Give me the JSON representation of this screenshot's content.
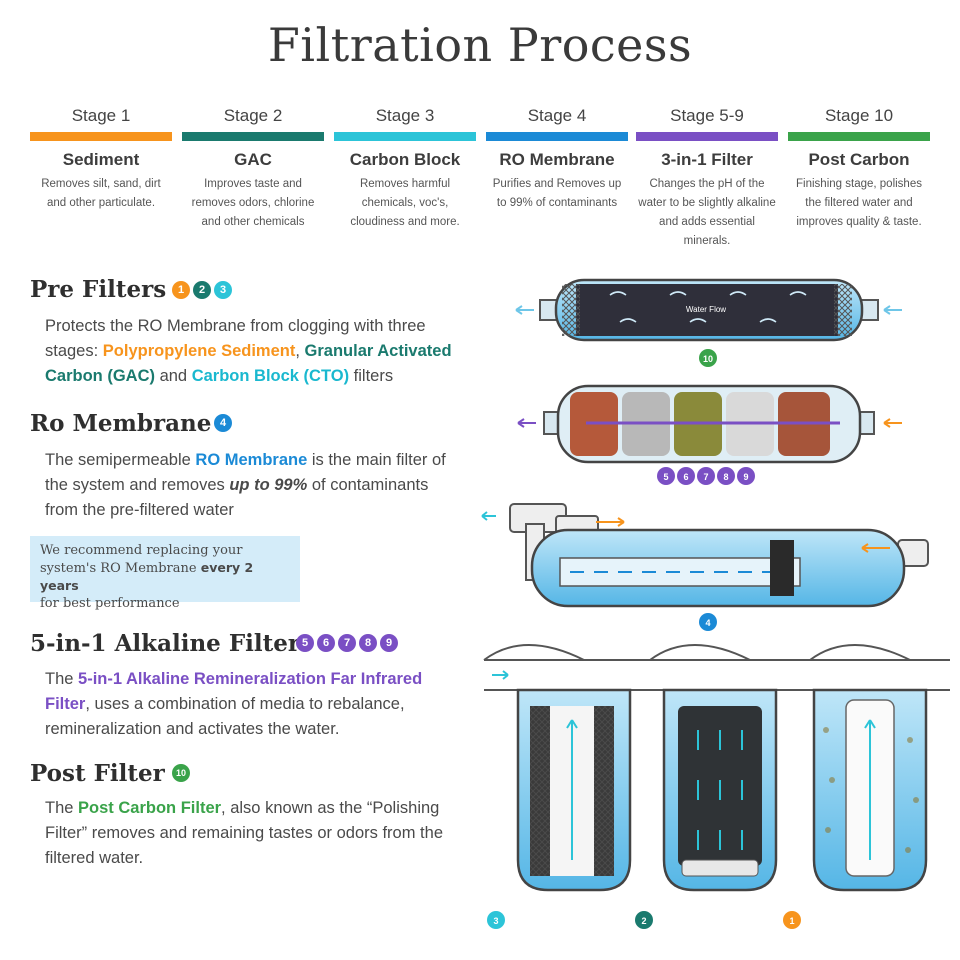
{
  "title": "Filtration Process",
  "stages": [
    {
      "label": "Stage 1",
      "name": "Sediment",
      "color": "#f7941d",
      "desc": [
        "Removes silt, sand, dirt",
        "and other particulate."
      ]
    },
    {
      "label": "Stage 2",
      "name": "GAC",
      "color": "#1a7a6e",
      "desc": [
        "Improves taste and",
        "removes odors, chlorine",
        "and other chemicals"
      ]
    },
    {
      "label": "Stage 3",
      "name": "Carbon Block",
      "color": "#2cc4d8",
      "desc": [
        "Removes harmful",
        "chemicals, voc's,",
        "cloudiness and more."
      ]
    },
    {
      "label": "Stage 4",
      "name": "RO Membrane",
      "color": "#1b8ad6",
      "desc": [
        "Purifies and Removes up",
        "to 99% of contaminants"
      ]
    },
    {
      "label": "Stage 5-9",
      "name": "3-in-1 Filter",
      "color": "#7a4fc4",
      "desc": [
        "Changes the pH of the",
        "water to be slightly alkaline",
        "and adds essential minerals."
      ]
    },
    {
      "label": "Stage 10",
      "name": "Post Carbon",
      "color": "#3aa34a",
      "desc": [
        "Finishing stage, polishes",
        "the filtered water and",
        "improves quality & taste."
      ]
    }
  ],
  "prefilters": {
    "title": "Pre Filters",
    "badges": [
      "1",
      "2",
      "3"
    ],
    "text_a": "Protects the RO Membrane from clogging with three stages: ",
    "hl1": "Polypropylene Sediment",
    "sep1": ", ",
    "hl2": "Granular Activated Carbon (GAC)",
    "sep2": " and ",
    "hl3": "Carbon Block (CTO)",
    "text_b": " filters"
  },
  "membrane": {
    "title": "Ro Membrane",
    "badge": "4",
    "text_a": "The semipermeable ",
    "hl": "RO Membrane",
    "text_b": " is the main filter of the system and removes ",
    "em": "up to 99%",
    "text_c": " of contaminants from the pre-filtered water"
  },
  "tip": {
    "line1": "We recommend replacing your",
    "line2a": "system's RO Membrane ",
    "line2b": "every 2 years",
    "line3": "for best performance"
  },
  "alkaline": {
    "title": "5-in-1 Alkaline Filter",
    "badges": [
      "5",
      "6",
      "7",
      "8",
      "9"
    ],
    "text_a": "The ",
    "hl": "5-in-1 Alkaline Remineralization Far Infrared Filter",
    "text_b": ", uses a combination of media to rebalance, remineralization and activates the water."
  },
  "post": {
    "title": "Post Filter",
    "badge": "10",
    "text_a": "The ",
    "hl": "Post Carbon Filter",
    "text_b": ", also known as the “Polishing Filter” removes and remaining tastes or odors from the filtered water."
  },
  "diagram": {
    "water_flow_label": "Water Flow",
    "post_badge": "10",
    "inline_badges": [
      "5",
      "6",
      "7",
      "8",
      "9"
    ],
    "membrane_badge": "4",
    "canister_badges": [
      "3",
      "2",
      "1"
    ]
  }
}
